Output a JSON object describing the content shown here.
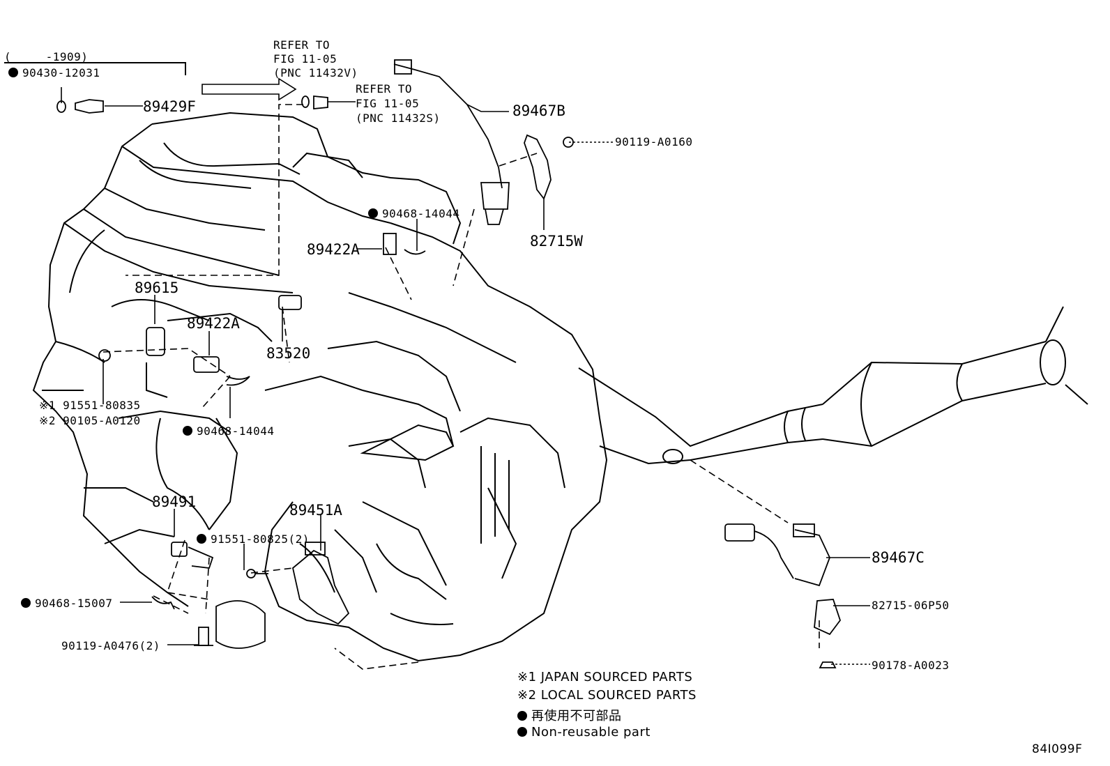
{
  "range_note": "(　　　-1909)",
  "refer_to_1": {
    "line1": "REFER TO",
    "line2": "FIG 11-05",
    "line3": "(PNC 11432V)"
  },
  "refer_to_2": {
    "line1": "REFER TO",
    "line2": "FIG 11-05",
    "line3": "(PNC 11432S)"
  },
  "parts": {
    "p90430_12031": "90430-12031",
    "p89429F": "89429F",
    "p89467B": "89467B",
    "p90119_A0160": "90119-A0160",
    "p90468_14044_top": "90468-14044",
    "p89422A_top": "89422A",
    "p82715W": "82715W",
    "p89615": "89615",
    "p89422A_mid": "89422A",
    "p83520": "83520",
    "p91551_80835": "※1 91551-80835",
    "p90105_A0120": "※2 90105-A0120",
    "p90468_14044_mid": "90468-14044",
    "p89491": "89491",
    "p89451A": "89451A",
    "p91551_80825": "91551-80825(2)",
    "p90468_15007": "90468-15007",
    "p90119_A0476": "90119-A0476(2)",
    "p89467C": "89467C",
    "p82715_06P50": "82715-06P50",
    "p90178_A0023": "90178-A0023"
  },
  "notes": {
    "japan": "※1 JAPAN SOURCED PARTS",
    "local": "※2 LOCAL SOURCED PARTS",
    "jp_nonreusable": "再使用不可部品",
    "nonreusable": "Non-reusable part"
  },
  "figure_code": "84I099F"
}
